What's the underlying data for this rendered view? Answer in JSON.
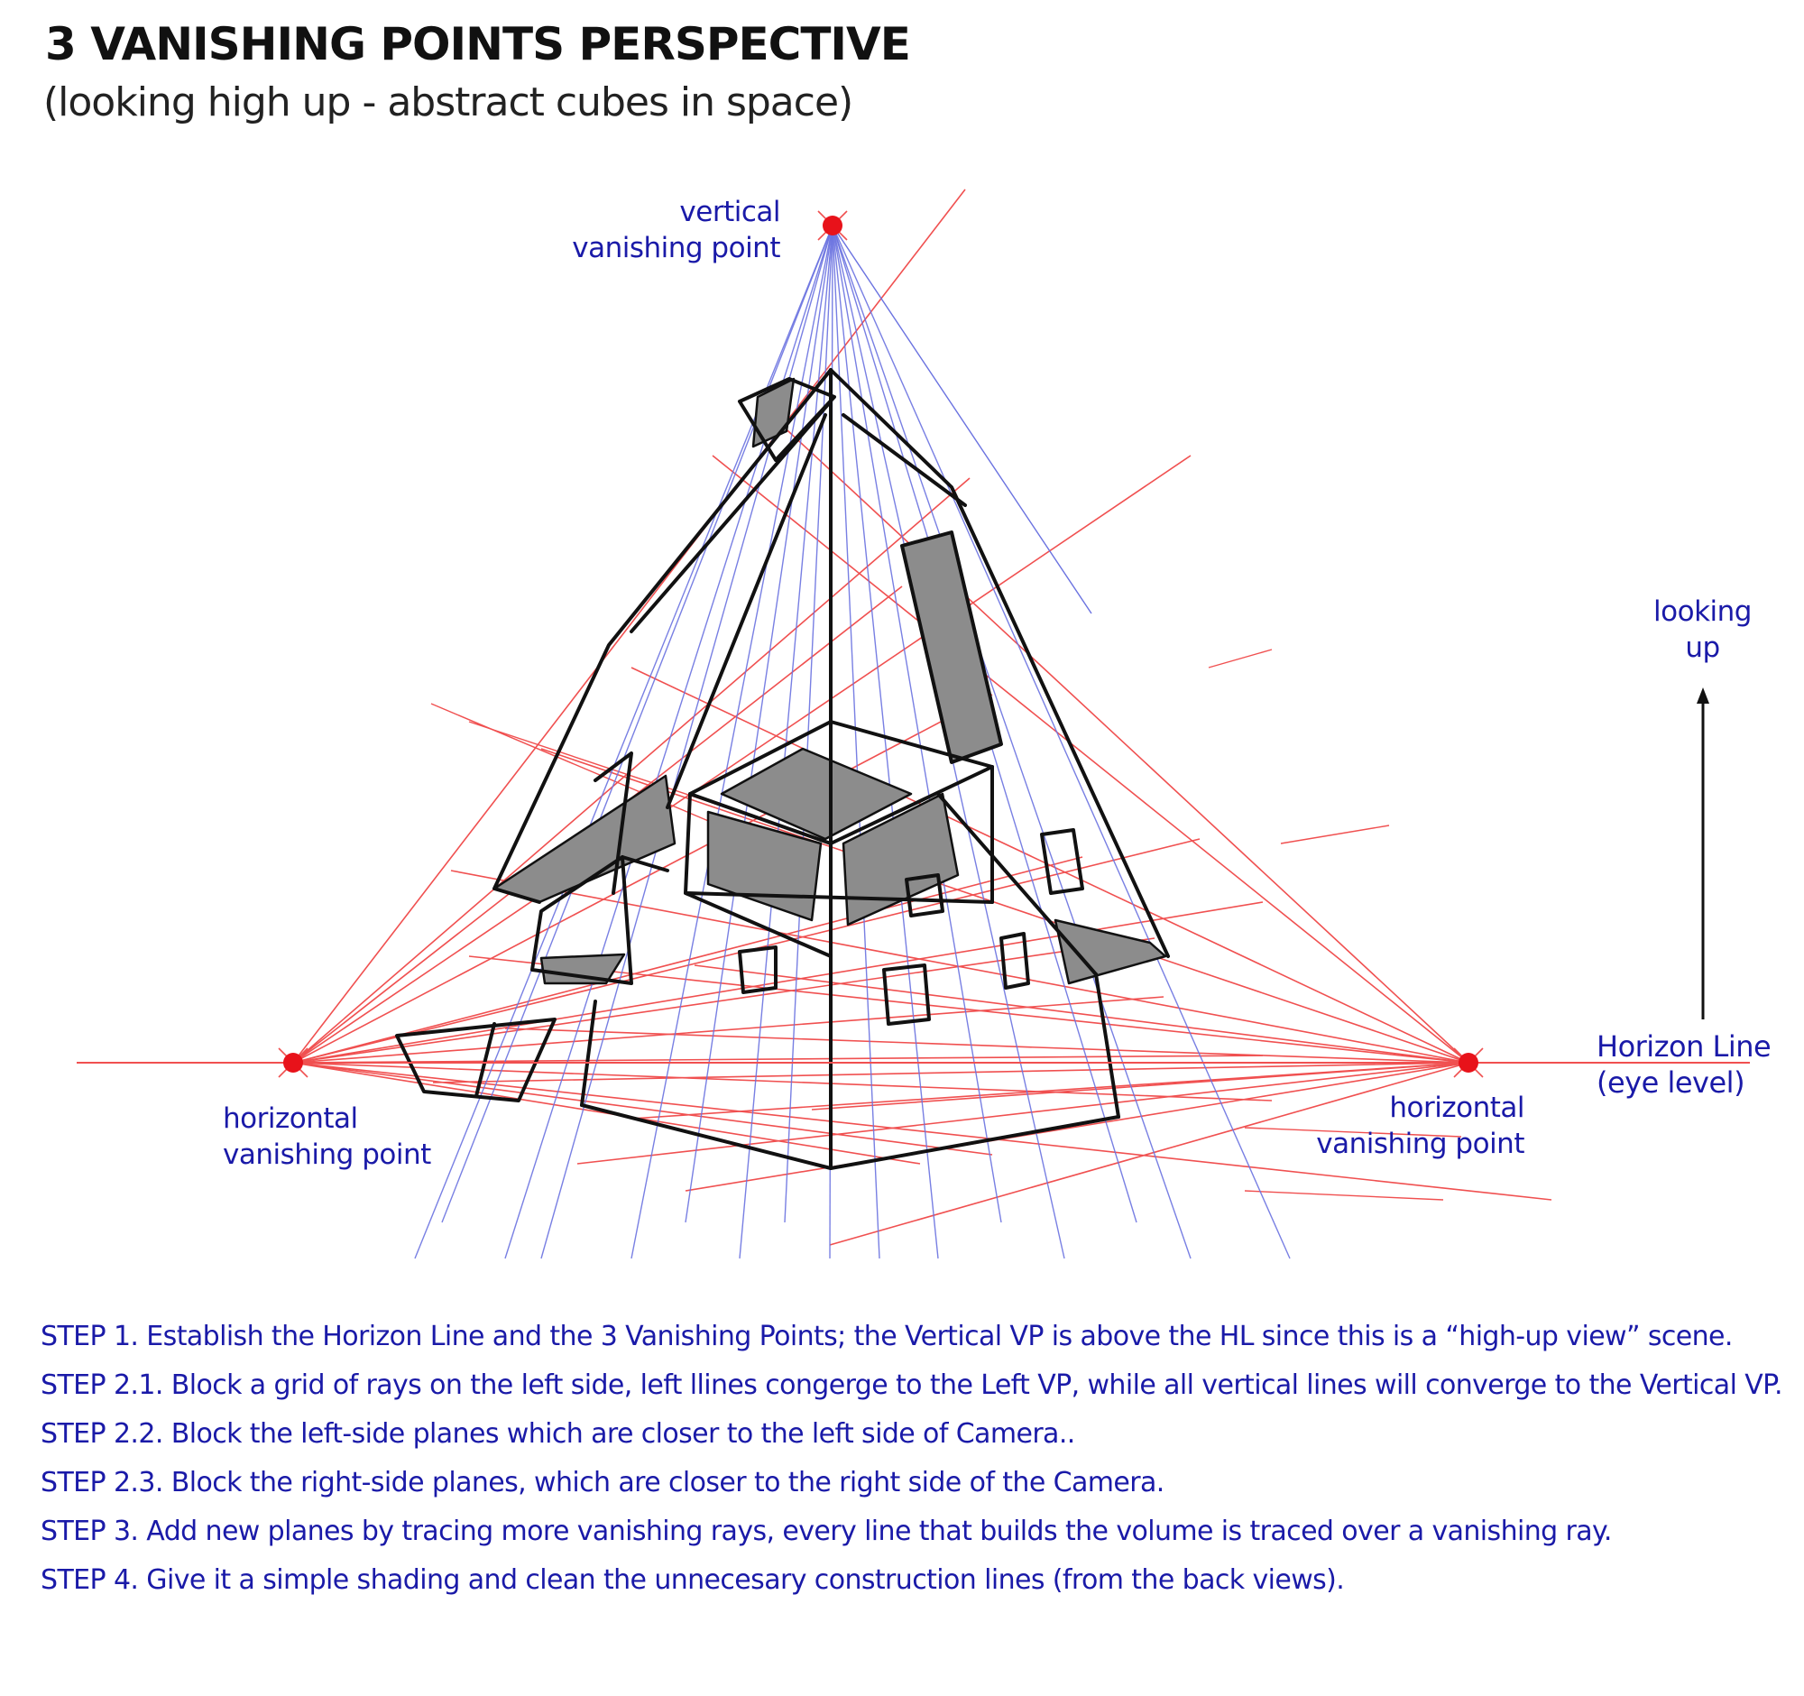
{
  "header": {
    "title": "3 VANISHING POINTS PERSPECTIVE",
    "subtitle": "(looking high up - abstract cubes in space)"
  },
  "labels": {
    "vertical_vp": [
      "vertical",
      "vanishing point"
    ],
    "left_vp": [
      "horizontal",
      "vanishing point"
    ],
    "right_vp": [
      "horizontal",
      "vanishing point"
    ],
    "horizon": [
      "Horizon Line",
      "(eye level)"
    ],
    "looking_up": [
      "looking",
      "up"
    ]
  },
  "steps": [
    "STEP 1. Establish the Horizon Line and the 3 Vanishing Points; the Vertical VP is above the HL since this is a “high-up view” scene.",
    "STEP 2.1. Block a grid of rays on the left side, left llines congerge to the Left VP,  while all vertical lines will converge to the Vertical VP.",
    "STEP 2.2. Block the left-side planes which are closer to the left side of Camera..",
    "STEP 2.3. Block the right-side planes, which are closer to the right side of the Camera.",
    "STEP 3. Add new planes by tracing more vanishing rays, every line that builds the volume is traced over a vanishing ray.",
    "STEP 4. Give it a simple shading and clean the unnecesary construction lines (from the back views)."
  ],
  "colors": {
    "ray_red": "#f05050",
    "ray_blue": "#6a72e0",
    "vp_dot": "#e8121a",
    "ink": "#111111",
    "shade": "#8c8c8c",
    "text_blue": "#1a1aa8"
  }
}
